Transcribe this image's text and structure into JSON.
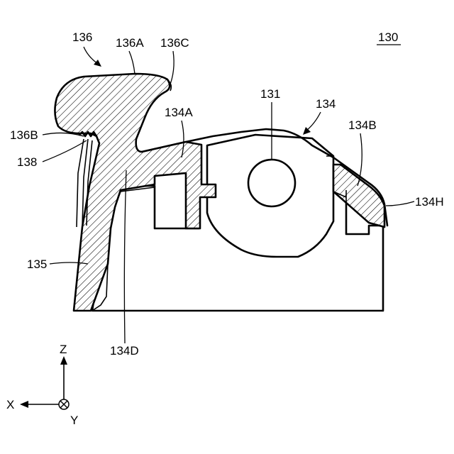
{
  "figure": {
    "ref_number": "130",
    "labels": {
      "l136": "136",
      "l136A": "136A",
      "l136C": "136C",
      "l131": "131",
      "l134": "134",
      "l134A": "134A",
      "l134B": "134B",
      "l136B": "136B",
      "l138": "138",
      "l134H": "134H",
      "l135": "135",
      "l134D": "134D"
    },
    "axes": {
      "z": "Z",
      "x": "X",
      "y": "Y"
    }
  }
}
